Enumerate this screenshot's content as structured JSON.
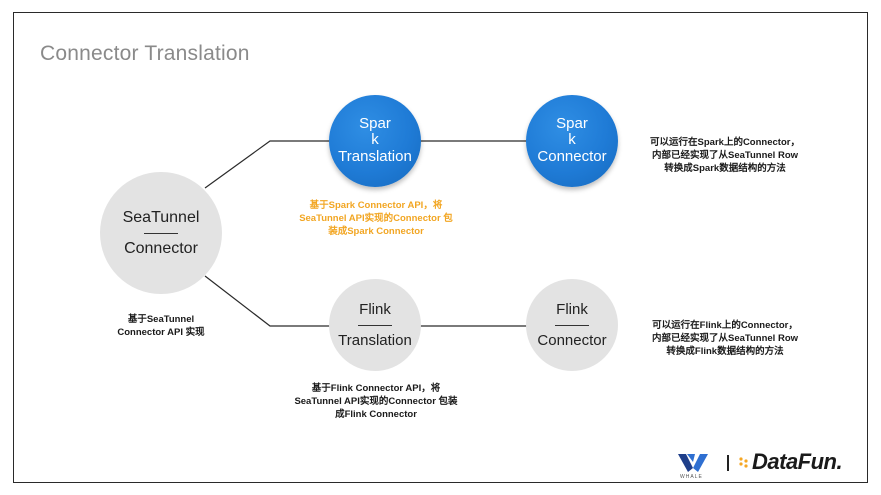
{
  "title": "Connector Translation",
  "nodes": {
    "seatunnel": {
      "line1": "SeaTunnel",
      "line2": "Connector"
    },
    "spark_translation": {
      "line1": "Spark",
      "line2": "Translation"
    },
    "spark_connector": {
      "line1": "Spark",
      "line2": "Connector"
    },
    "flink_translation": {
      "line1": "Flink",
      "line2": "Translation"
    },
    "flink_connector": {
      "line1": "Flink",
      "line2": "Connector"
    }
  },
  "notes": {
    "seatunnel": [
      "基于SeaTunnel",
      "Connector API 实现"
    ],
    "spark_translation": [
      "基于Spark Connector API，将",
      "SeaTunnel API实现的Connector 包",
      "装成Spark Connector"
    ],
    "spark_connector": [
      "可以运行在Spark上的Connector，",
      "内部已经实现了从SeaTunnel Row",
      "转换成Spark数据结构的方法"
    ],
    "flink_translation": [
      "基于Flink Connector API，将",
      "SeaTunnel API实现的Connector 包装",
      "成Flink Connector"
    ],
    "flink_connector": [
      "可以运行在Flink上的Connector，",
      "内部已经实现了从SeaTunnel Row",
      "转换成Flink数据结构的方法"
    ]
  },
  "logos": {
    "whale": "WHALE",
    "datafun": "DataFun."
  },
  "colors": {
    "blue": "#1f7bd6",
    "grey": "#e3e3e3",
    "orange_note": "#f2a623"
  }
}
